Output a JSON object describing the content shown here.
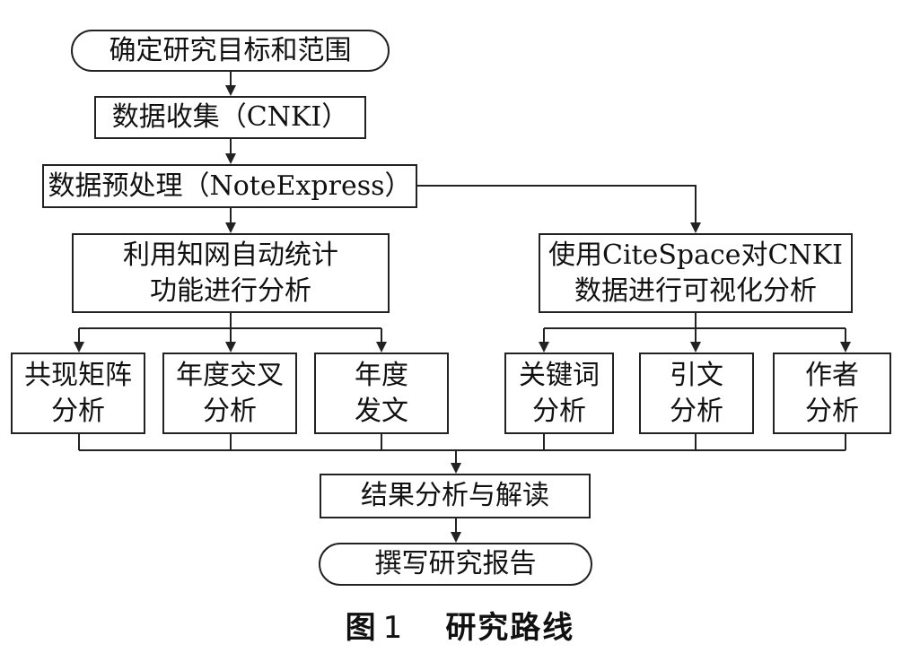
{
  "nodes": {
    "start": {
      "lines": [
        "确定研究目标和范围"
      ]
    },
    "collect": {
      "lines": [
        "数据收集（CNKI）"
      ]
    },
    "preprocess": {
      "lines": [
        "数据预处理（NoteExpress）"
      ]
    },
    "cnki_stats": {
      "lines": [
        "利用知网自动统计",
        "功能进行分析"
      ]
    },
    "citespace": {
      "lines": [
        "使用CiteSpace对CNKI",
        "数据进行可视化分析"
      ]
    },
    "cooccur": {
      "lines": [
        "共现矩阵",
        "分析"
      ]
    },
    "year_cross": {
      "lines": [
        "年度交叉",
        "分析"
      ]
    },
    "year_pub": {
      "lines": [
        "年度",
        "发文"
      ]
    },
    "keyword": {
      "lines": [
        "关键词",
        "分析"
      ]
    },
    "citation": {
      "lines": [
        "引文",
        "分析"
      ]
    },
    "author": {
      "lines": [
        "作者",
        "分析"
      ]
    },
    "result": {
      "lines": [
        "结果分析与解读"
      ]
    },
    "report": {
      "lines": [
        "撰写研究报告"
      ]
    }
  },
  "caption": {
    "label": "图",
    "number": "1",
    "title": "研究路线"
  }
}
